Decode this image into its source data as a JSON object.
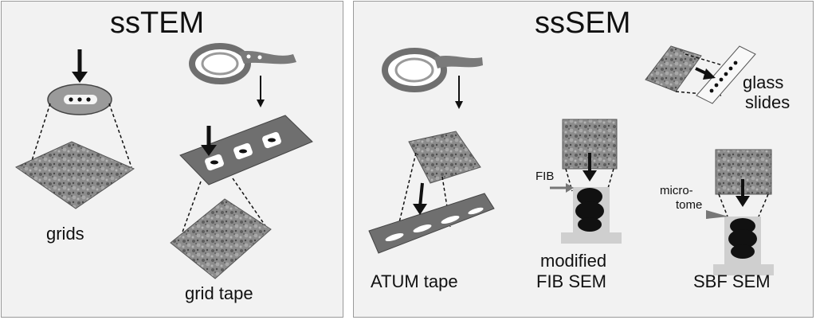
{
  "left_panel": {
    "title": "ssTEM",
    "captions": {
      "grids": "grids",
      "grid_tape": "grid tape"
    }
  },
  "right_panel": {
    "title": "ssSEM",
    "captions": {
      "atum_tape": "ATUM tape",
      "modified_fib_sem_line1": "modified",
      "modified_fib_sem_line2": "FIB SEM",
      "sbf_sem": "SBF SEM",
      "glass_slides_line1": "glass",
      "glass_slides_line2": "slides",
      "fib": "FIB",
      "microtome_line1": "micro-",
      "microtome_line2": "tome"
    }
  },
  "colors": {
    "panel_bg": "#f2f2f2",
    "panel_border": "#9a9a9a",
    "tape_gray": "#6f6f6f",
    "tissue_gray": "#8a8a8a",
    "block_gray": "#cfcfcf",
    "black": "#111111"
  }
}
